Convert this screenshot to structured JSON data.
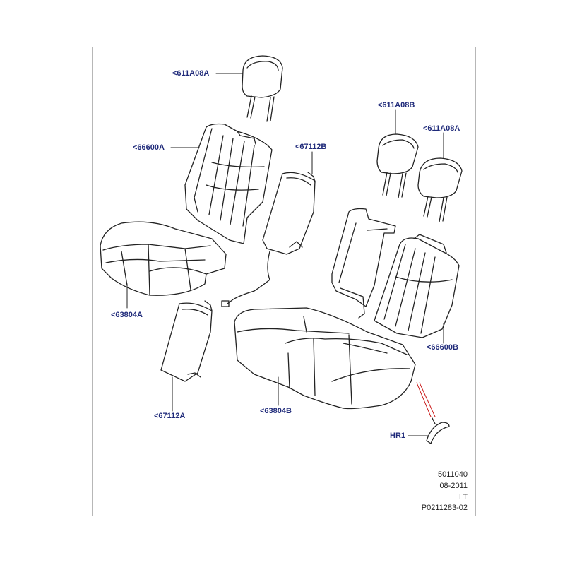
{
  "labels": {
    "headrest_left": "<611A08A",
    "backrest_left": "<66600A",
    "cushion_left": "<63804A",
    "side_bolster_b": "<67112B",
    "side_bolster_a": "<67112A",
    "cushion_right": "<63804B",
    "headrest_mid": "<611A08B",
    "headrest_right": "<611A08A",
    "backrest_right": "<66600B",
    "clip": "HR1"
  },
  "reference": {
    "code": "5011040",
    "date": "08-2011",
    "lt": "LT",
    "part": "P0211283-02"
  },
  "colors": {
    "label": "#1f2a7a",
    "line": "#222222",
    "highlight": "#cc2222"
  }
}
